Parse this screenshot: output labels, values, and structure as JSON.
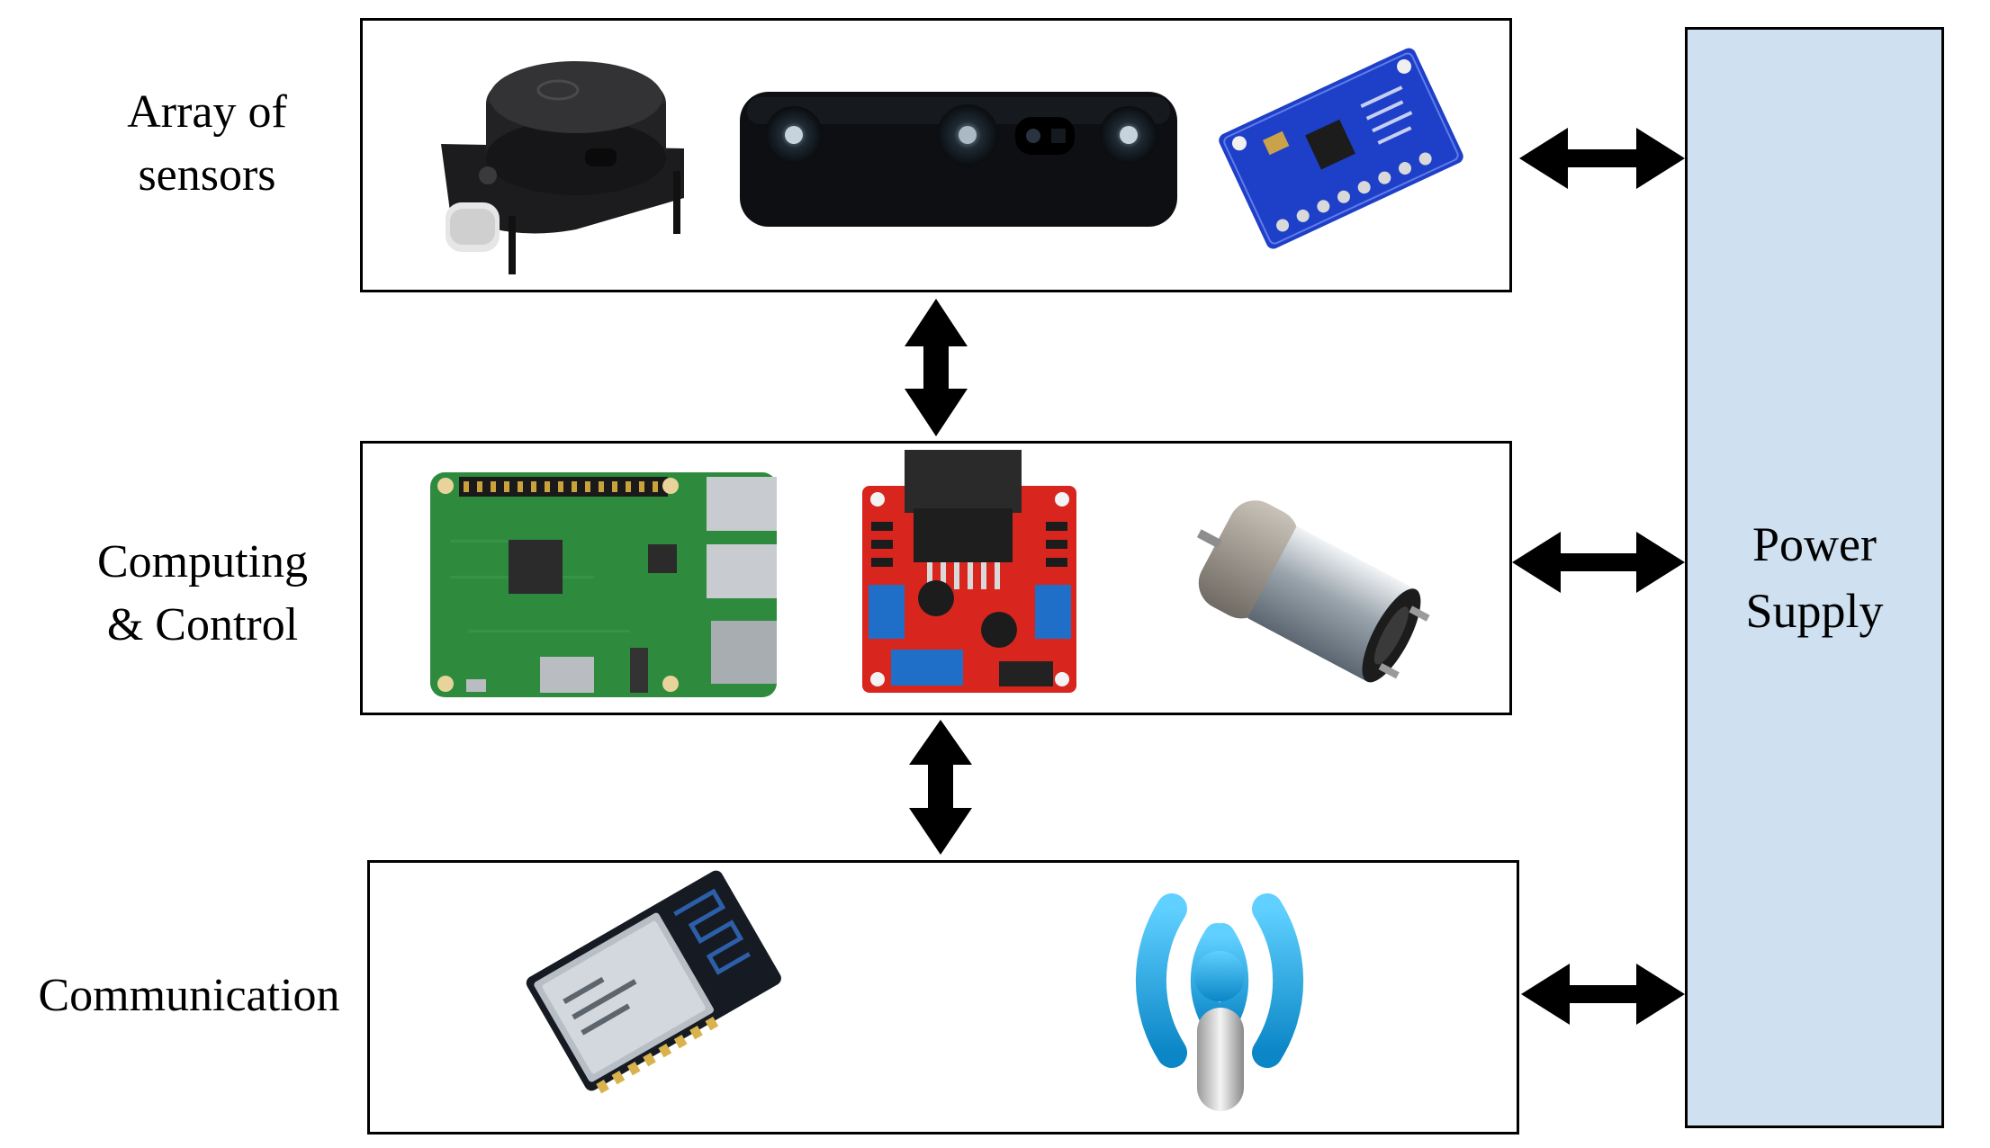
{
  "layers": {
    "sensors": {
      "label_line1": "Array of",
      "label_line2": "sensors",
      "components": [
        "lidar-icon",
        "depth-camera-icon",
        "imu-board-icon"
      ]
    },
    "computing": {
      "label_line1": "Computing",
      "label_line2": "& Control",
      "components": [
        "raspberry-pi-icon",
        "motor-driver-icon",
        "dc-motor-icon"
      ]
    },
    "communication": {
      "label": "Communication",
      "components": [
        "wifi-module-icon",
        "wireless-antenna-icon"
      ]
    }
  },
  "power_supply": {
    "label_line1": "Power",
    "label_line2": "Supply",
    "fill": "#cfe0f0"
  },
  "colors": {
    "border": "#000000",
    "power_fill": "#cfe0f0",
    "pcb_green": "#2e8b3e",
    "driver_red": "#d8261f",
    "imu_blue": "#1e40c8",
    "wifi_blue": "#1aa6e0"
  }
}
